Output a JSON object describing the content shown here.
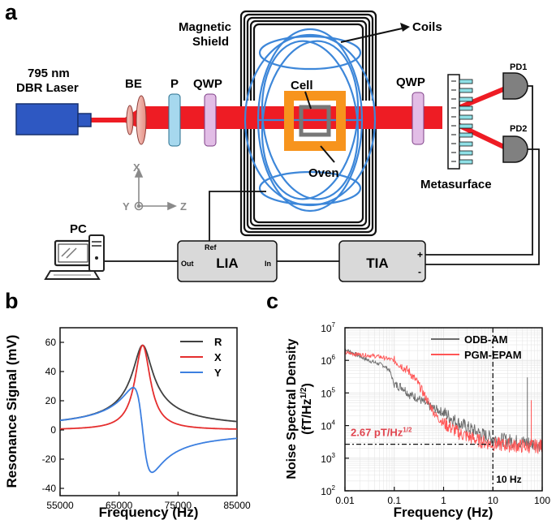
{
  "panel_a": {
    "panel_label": "a",
    "laser_label_line1": "795 nm",
    "laser_label_line2": "DBR Laser",
    "be_label": "BE",
    "p_label": "P",
    "qwp1_label": "QWP",
    "qwp2_label": "QWP",
    "shield_label_line1": "Magnetic",
    "shield_label_line2": "Shield",
    "coils_label": "Coils",
    "cell_label": "Cell",
    "oven_label": "Oven",
    "pd1_label": "PD1",
    "pd2_label": "PD2",
    "metasurface_label": "Metasurface",
    "axis_x_label": "X",
    "axis_y_label": "Y",
    "axis_z_label": "Z",
    "pc_label": "PC",
    "lia_label": "LIA",
    "lia_ref_label": "Ref",
    "lia_out_label": "Out",
    "lia_in_label": "In",
    "tia_label": "TIA",
    "tia_plus": "+",
    "tia_minus": "-"
  },
  "colors": {
    "beam": "#ee1c24",
    "laser": "#2e58c2",
    "coil": "#3d87d9",
    "oven": "#f7941d",
    "be_lens": "#f2aaa0",
    "polarizer": "#a6d8ee",
    "qwp": "#e2bde6",
    "meta_pillar": "#8fe0e6",
    "detector": "#808080",
    "box_fill": "#d9d9d9",
    "series_R": "#404040",
    "series_X": "#e52e2e",
    "series_Y": "#3c7fe0",
    "odb": "#6d6d6d",
    "pgm": "#ff5555",
    "annotation": "#e0454f"
  },
  "panel_b": {
    "panel_label": "b",
    "chart_data": {
      "type": "line",
      "xlabel": "Frequency (Hz)",
      "ylabel": "Resonance Signal (mV)",
      "xlim": [
        55000,
        85000
      ],
      "ylim": [
        -45,
        70
      ],
      "xticks": [
        55000,
        65000,
        75000,
        85000
      ],
      "yticks": [
        -40,
        -20,
        0,
        20,
        40,
        60
      ],
      "center": 69000,
      "half_width": 1600,
      "peak": 58,
      "legend": "top-right",
      "series": [
        {
          "name": "R",
          "color_key": "series_R"
        },
        {
          "name": "X",
          "color_key": "series_X"
        },
        {
          "name": "Y",
          "color_key": "series_Y"
        }
      ]
    }
  },
  "panel_c": {
    "panel_label": "c",
    "chart_data": {
      "type": "line",
      "xlabel": "Frequency (Hz)",
      "ylabel_line1": "Noise Spectral Density",
      "ylabel_line2_pre": "(fT/Hz",
      "ylabel_line2_sup": "1/2",
      "ylabel_line2_post": ")",
      "x_scale": "log",
      "y_scale": "log",
      "xlim": [
        0.01,
        100
      ],
      "ylim": [
        100,
        10000000
      ],
      "xticks": [
        0.01,
        0.1,
        1,
        10,
        100
      ],
      "xtick_labels": [
        "0.01",
        "0.1",
        "1",
        "10",
        "100"
      ],
      "yticks": [
        100,
        1000,
        10000,
        100000,
        1000000,
        10000000
      ],
      "ytick_base": [
        "10",
        "10",
        "10",
        "10",
        "10",
        "10"
      ],
      "ytick_exp": [
        "2",
        "3",
        "4",
        "5",
        "6",
        "7"
      ],
      "legend": "top-right",
      "series": [
        {
          "name": "ODB-AM",
          "color_key": "odb",
          "points": [
            [
              0.01,
              2200000
            ],
            [
              0.03,
              1000000
            ],
            [
              0.06,
              700000
            ],
            [
              0.08,
              500000
            ],
            [
              0.1,
              180000
            ],
            [
              0.15,
              150000
            ],
            [
              0.2,
              90000
            ],
            [
              0.3,
              70000
            ],
            [
              0.5,
              40000
            ],
            [
              1,
              25000
            ],
            [
              2,
              12000
            ],
            [
              5,
              6000
            ],
            [
              10,
              4000
            ],
            [
              20,
              3500
            ],
            [
              50,
              3000
            ],
            [
              100,
              2500
            ]
          ]
        },
        {
          "name": "PGM-EPAM",
          "color_key": "pgm",
          "points": [
            [
              0.01,
              1700000
            ],
            [
              0.05,
              1300000
            ],
            [
              0.1,
              1000000
            ],
            [
              0.2,
              450000
            ],
            [
              0.3,
              200000
            ],
            [
              0.5,
              50000
            ],
            [
              0.7,
              20000
            ],
            [
              1,
              12000
            ],
            [
              2,
              6000
            ],
            [
              5,
              3500
            ],
            [
              10,
              2700
            ],
            [
              20,
              2500
            ],
            [
              50,
              2300
            ],
            [
              100,
              2400
            ]
          ]
        }
      ],
      "annotations": {
        "noise_floor_text_pre": "2.67 pT/Hz",
        "noise_floor_text_sup": "1/2",
        "noise_floor_value": 2670,
        "marker_frequency": 10,
        "marker_text": "10 Hz"
      }
    }
  }
}
